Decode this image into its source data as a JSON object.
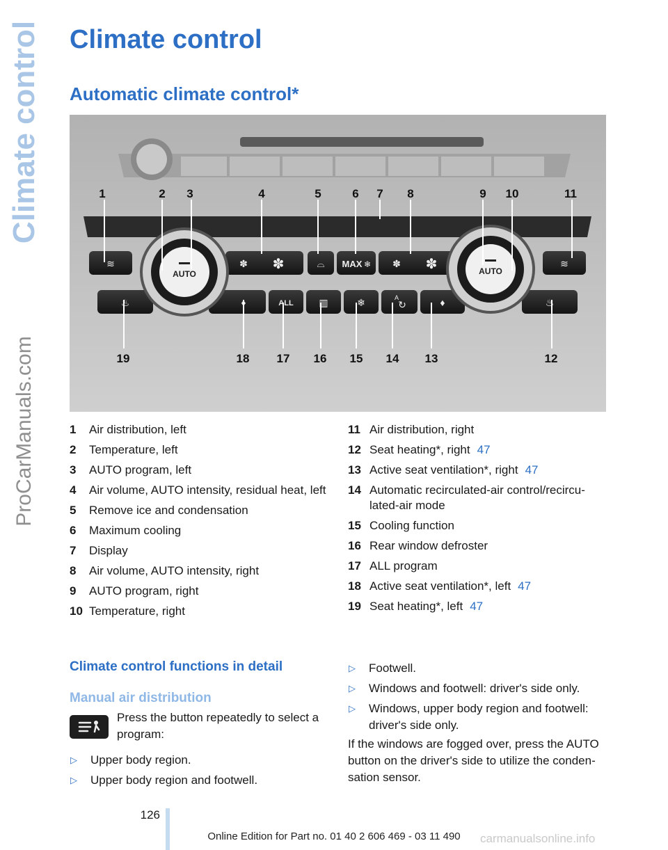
{
  "side": {
    "section": "Climate control",
    "watermark": "ProCarManuals.com"
  },
  "page": {
    "title": "Climate control",
    "subtitle": "Automatic climate control*",
    "page_number": "126",
    "edition": "Online Edition for Part no. 01 40 2 606 469 - 03 11 490",
    "footer_watermark": "carmanualsonline.info"
  },
  "figure": {
    "labels_top": [
      "1",
      "2",
      "3",
      "4",
      "5",
      "6",
      "7",
      "8",
      "9",
      "10",
      "11"
    ],
    "labels_bottom": [
      "19",
      "18",
      "17",
      "16",
      "15",
      "14",
      "13",
      "12"
    ],
    "button_text": {
      "auto": "AUTO",
      "max": "MAX",
      "all": "ALL",
      "a": "A"
    }
  },
  "legend_left": [
    {
      "num": "1",
      "text": "Air distribution, left",
      "ref": ""
    },
    {
      "num": "2",
      "text": "Temperature, left",
      "ref": ""
    },
    {
      "num": "3",
      "text": "AUTO program, left",
      "ref": ""
    },
    {
      "num": "4",
      "text": "Air volume, AUTO intensity, residual heat, left",
      "ref": ""
    },
    {
      "num": "5",
      "text": "Remove ice and condensation",
      "ref": ""
    },
    {
      "num": "6",
      "text": "Maximum cooling",
      "ref": ""
    },
    {
      "num": "7",
      "text": "Display",
      "ref": ""
    },
    {
      "num": "8",
      "text": "Air volume, AUTO intensity, right",
      "ref": ""
    },
    {
      "num": "9",
      "text": "AUTO program, right",
      "ref": ""
    },
    {
      "num": "10",
      "text": "Temperature, right",
      "ref": ""
    }
  ],
  "legend_right": [
    {
      "num": "11",
      "text": "Air distribution, right",
      "ref": ""
    },
    {
      "num": "12",
      "text": "Seat heating*, right",
      "ref": "47"
    },
    {
      "num": "13",
      "text": "Active seat ventilation*, right",
      "ref": "47"
    },
    {
      "num": "14",
      "text": "Automatic recirculated-air control/recircu-lated-air mode",
      "ref": ""
    },
    {
      "num": "15",
      "text": "Cooling function",
      "ref": ""
    },
    {
      "num": "16",
      "text": "Rear window defroster",
      "ref": ""
    },
    {
      "num": "17",
      "text": "ALL program",
      "ref": ""
    },
    {
      "num": "18",
      "text": "Active seat ventilation*, left",
      "ref": "47"
    },
    {
      "num": "19",
      "text": "Seat heating*, left",
      "ref": "47"
    }
  ],
  "section": {
    "heading": "Climate control functions in detail",
    "subheading": "Manual air distribution",
    "button_description": "Press the button repeatedly to select a program:",
    "bullets_left": [
      "Upper body region.",
      "Upper body region and footwell."
    ],
    "bullets_right": [
      "Footwell.",
      "Windows and footwell: driver's side only.",
      "Windows, upper body region and footwell: driver's side only."
    ],
    "paragraph": "If the windows are fogged over, press the AUTO button on the driver's side to utilize the conden-sation sensor."
  }
}
